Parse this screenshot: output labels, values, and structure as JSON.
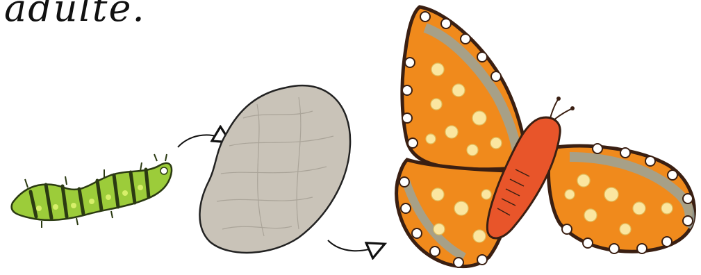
{
  "caption": {
    "text": "adulte."
  },
  "stages": [
    {
      "id": "caterpillar",
      "icon": "caterpillar-icon"
    },
    {
      "id": "chrysalis",
      "icon": "chrysalis-icon"
    },
    {
      "id": "butterfly",
      "icon": "butterfly-icon"
    }
  ],
  "arrows": [
    {
      "from": "caterpillar",
      "to": "chrysalis"
    },
    {
      "from": "chrysalis",
      "to": "butterfly"
    }
  ],
  "colors": {
    "caterpillar_body": "#9ccc3a",
    "caterpillar_stripe": "#2b3a12",
    "chrysalis_fill": "#c9c3b8",
    "butterfly_orange": "#f08a1c",
    "butterfly_body": "#e8552a",
    "butterfly_outline": "#3a1f12",
    "butterfly_band": "#9aa39a",
    "butterfly_spot": "#fbe6a0"
  }
}
